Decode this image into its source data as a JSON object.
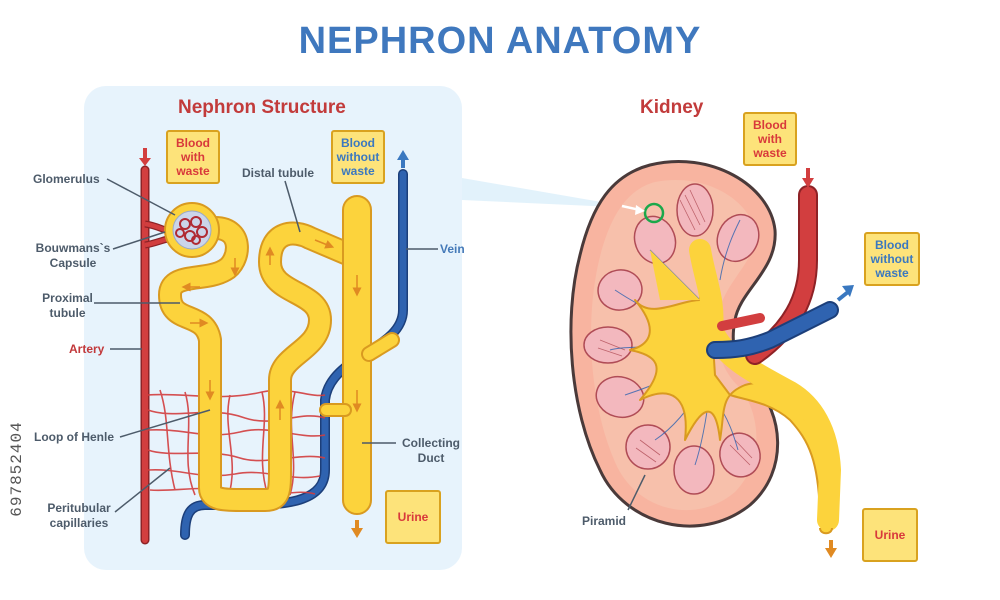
{
  "title": "NEPHRON ANATOMY",
  "nephron": {
    "heading": "Nephron  Structure",
    "blood_with_waste": "Blood with waste",
    "blood_without_waste": "Blood without waste",
    "urine": "Urine",
    "labels": {
      "glomerulus": "Glomerulus",
      "bowmans": "Bouwmans`s Capsule",
      "proximal": "Proximal tubule",
      "artery": "Artery",
      "loop": "Loop of Henle",
      "peritubular": "Peritubular capillaries",
      "distal": "Distal tubule",
      "vein": "Vein",
      "collecting": "Collecting Duct"
    }
  },
  "kidney": {
    "heading": "Kidney",
    "blood_with_waste": "Blood with waste",
    "blood_without_waste": "Blood without waste",
    "urine": "Urine",
    "pyramid_label": "Piramid"
  },
  "stock_id": "697852404",
  "colors": {
    "title": "#3f78be",
    "artery": "#d23e3f",
    "vein": "#2f63b0",
    "tubule": "#fcd33c",
    "tubule_outline": "#d99a20",
    "panel": "#e7f3fc",
    "kidney_cortex": "#f8b4a0",
    "pyramid": "#f3b8be"
  }
}
